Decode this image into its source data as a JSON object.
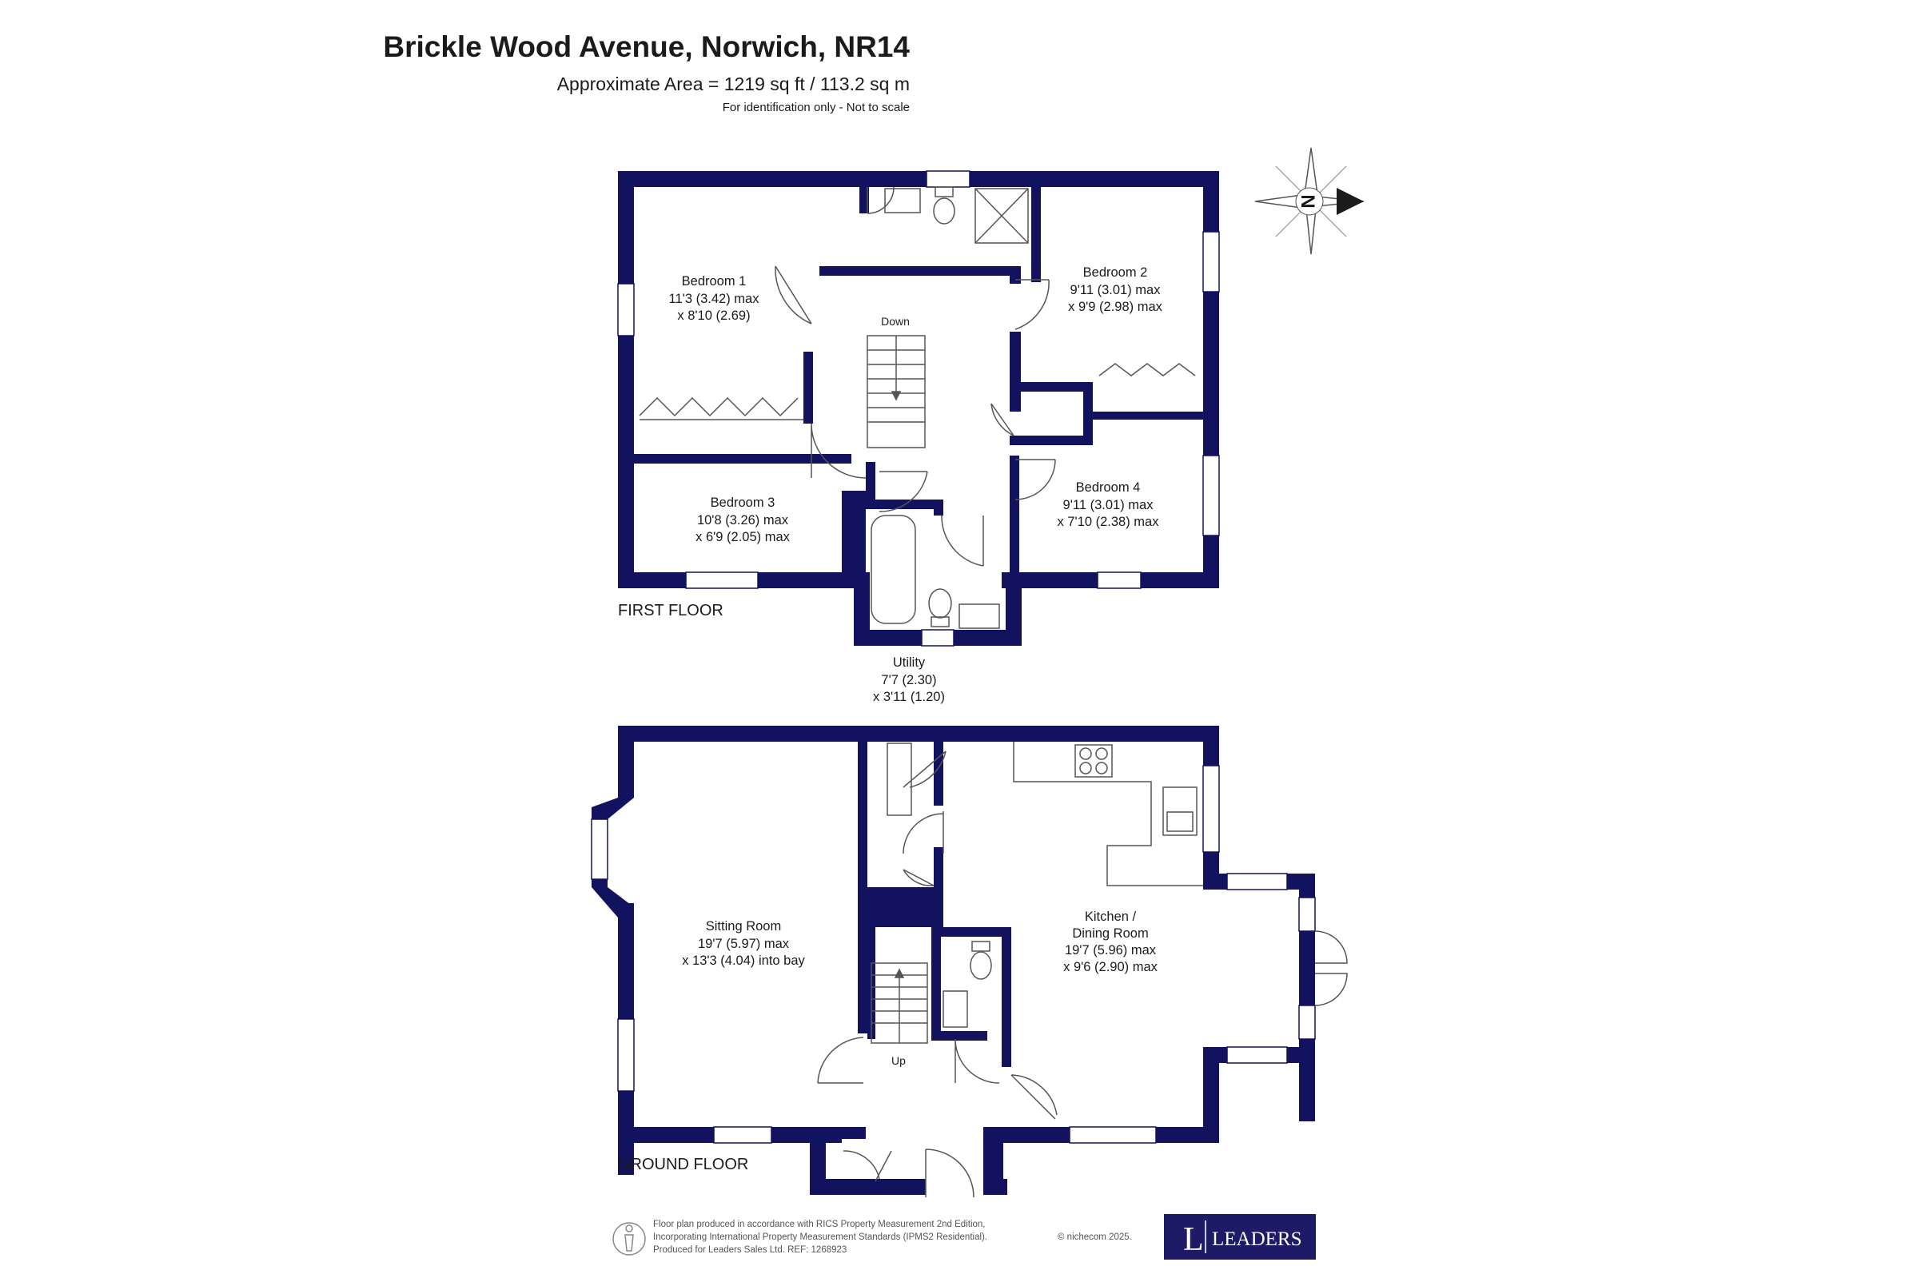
{
  "header": {
    "title": "Brickle Wood Avenue, Norwich, NR14",
    "area": "Approximate Area = 1219 sq ft / 113.2 sq m",
    "note": "For identification only - Not to scale"
  },
  "compass": {
    "letter": "N"
  },
  "first_floor": {
    "label": "FIRST FLOOR",
    "stairs_label": "Down",
    "rooms": {
      "bedroom1": {
        "name": "Bedroom 1",
        "dim1": "11'3 (3.42) max",
        "dim2": "x 8'10 (2.69)"
      },
      "bedroom2": {
        "name": "Bedroom 2",
        "dim1": "9'11 (3.01) max",
        "dim2": "x 9'9 (2.98) max"
      },
      "bedroom3": {
        "name": "Bedroom 3",
        "dim1": "10'8 (3.26) max",
        "dim2": "x 6'9 (2.05) max"
      },
      "bedroom4": {
        "name": "Bedroom 4",
        "dim1": "9'11 (3.01) max",
        "dim2": "x 7'10 (2.38) max"
      }
    }
  },
  "ground_floor": {
    "label": "GROUND FLOOR",
    "stairs_label": "Up",
    "rooms": {
      "utility": {
        "name": "Utility",
        "dim1": "7'7 (2.30)",
        "dim2": "x 3'11 (1.20)"
      },
      "sitting": {
        "name": "Sitting Room",
        "dim1": "19'7 (5.97) max",
        "dim2": "x 13'3 (4.04) into bay"
      },
      "kitchen": {
        "name": "Kitchen /",
        "name2": "Dining Room",
        "dim1": "19'7 (5.96) max",
        "dim2": "x 9'6 (2.90) max"
      }
    }
  },
  "footer": {
    "line1": "Floor plan produced in accordance with RICS Property Measurement 2nd Edition,",
    "line2": "Incorporating International Property Measurement Standards (IPMS2 Residential).",
    "line3": "Produced for Leaders Sales Ltd.   REF:  1268923",
    "copyright": "© nichecom 2025.",
    "logo_letter": "L",
    "logo_text": "LEADERS"
  },
  "colors": {
    "wall": "#12125e",
    "logo_bg": "#1d1a66",
    "fixture": "#555555"
  }
}
